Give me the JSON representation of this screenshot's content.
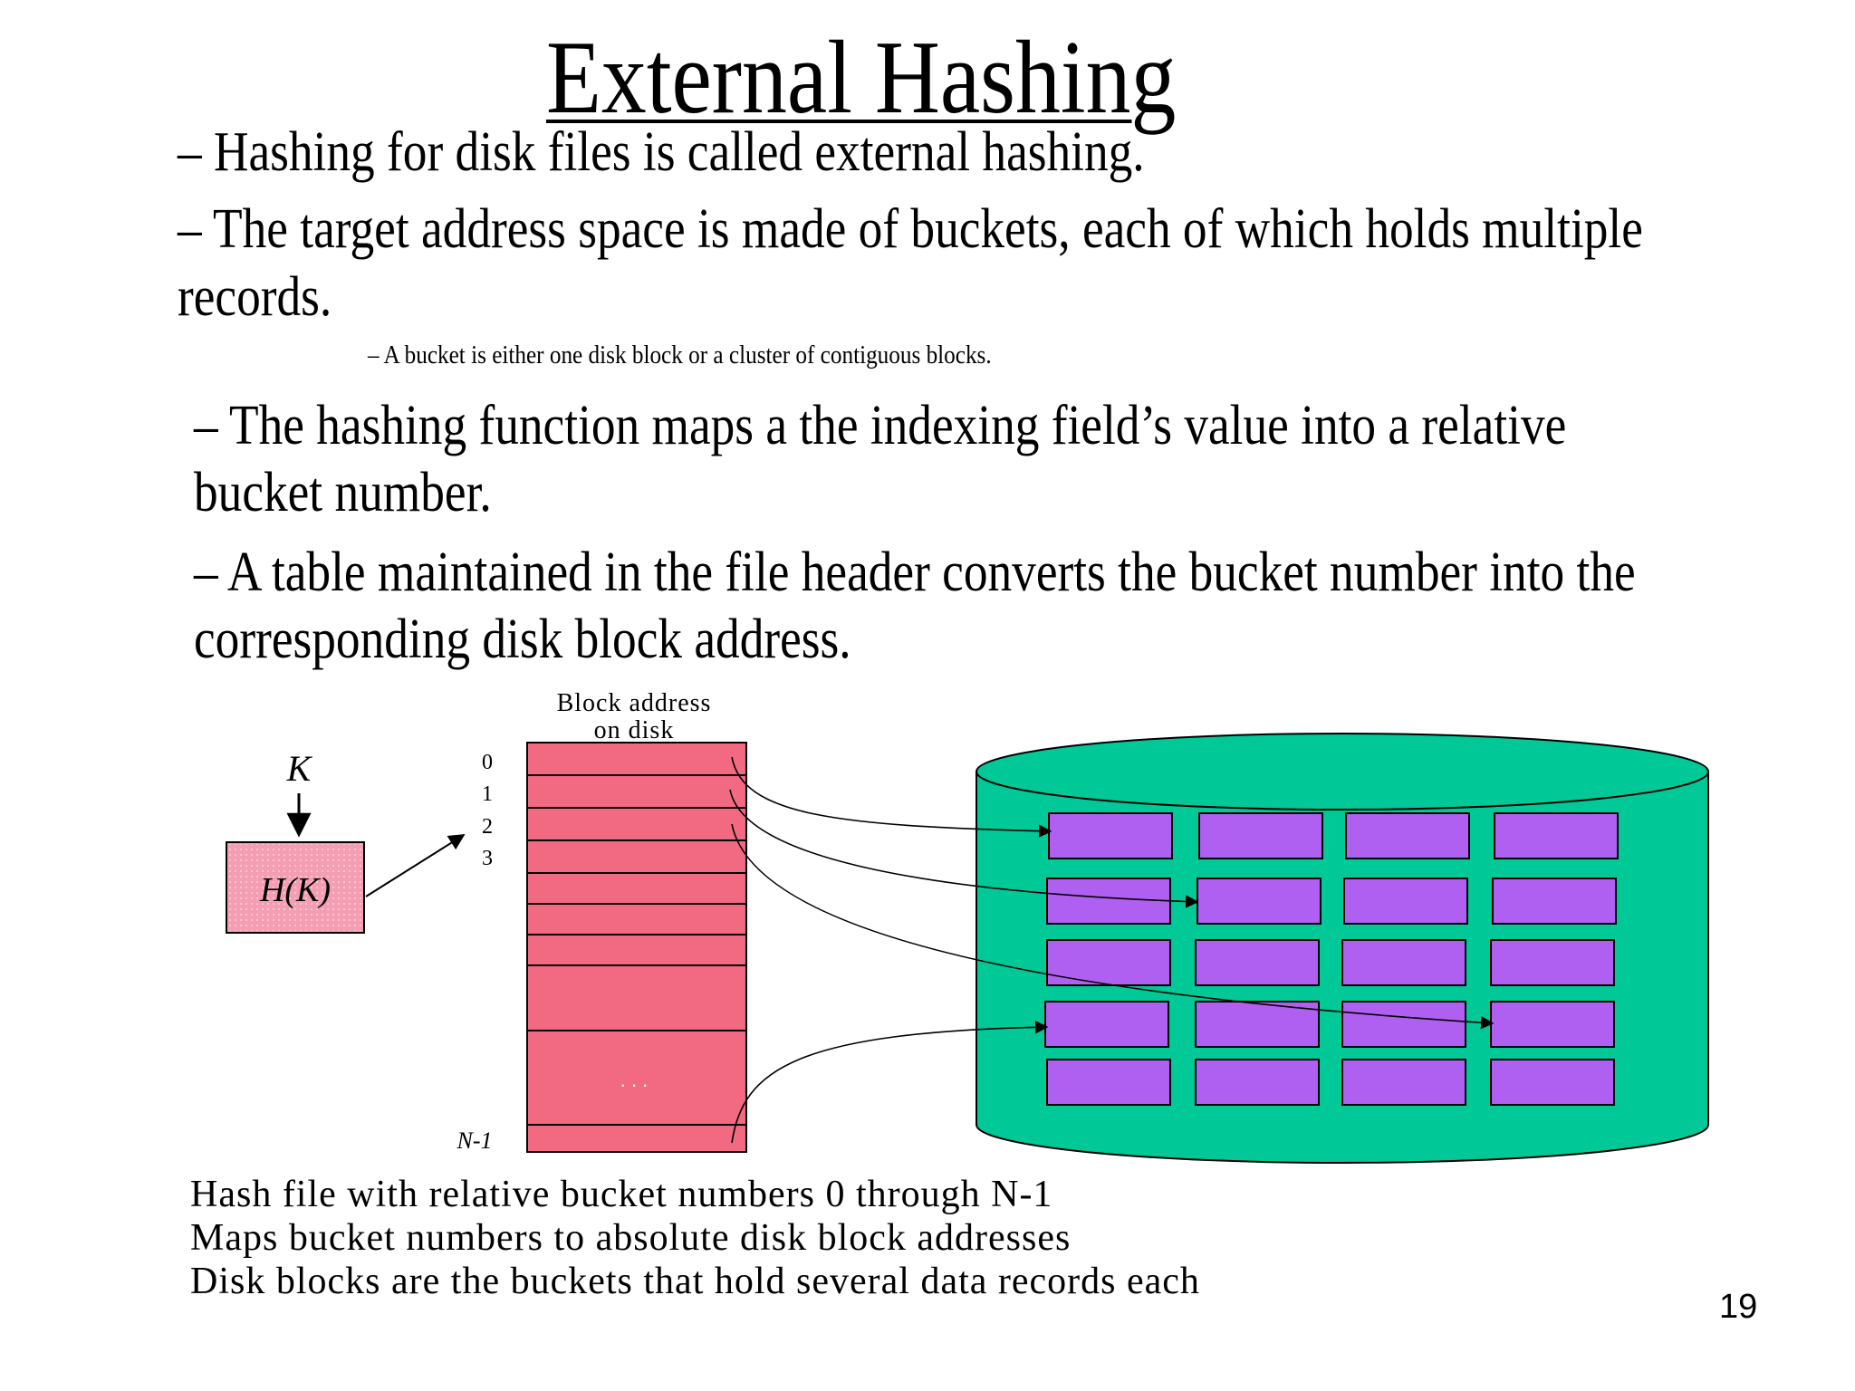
{
  "slide": {
    "title": "External Hashing",
    "bullets": [
      "– Hashing for disk files is called external hashing.",
      "– The target address space is made of buckets, each of which holds multiple",
      "records.",
      "–   A bucket is either one disk block or a cluster of contiguous blocks.",
      "– The hashing function maps a the indexing field’s value into a relative",
      "bucket number.",
      "– A table maintained in the file header converts the bucket number into the",
      "corresponding disk block address."
    ],
    "page_number": "19"
  },
  "diagram": {
    "key_label": "K",
    "hash_label": "H(K)",
    "table_header_line1": "Block address",
    "table_header_line2": "on disk",
    "row_labels": [
      "0",
      "1",
      "2",
      "3"
    ],
    "last_row_label": "N-1",
    "ellipsis": ". . .",
    "captions": [
      "Hash file with relative bucket numbers 0 through N-1",
      "Maps bucket numbers to absolute disk block addresses",
      "Disk blocks are the buckets that hold several data records each"
    ],
    "colors": {
      "hash_box": "#f49db3",
      "table": "#f26a82",
      "disk": "#00c896",
      "block": "#b060f0"
    }
  }
}
